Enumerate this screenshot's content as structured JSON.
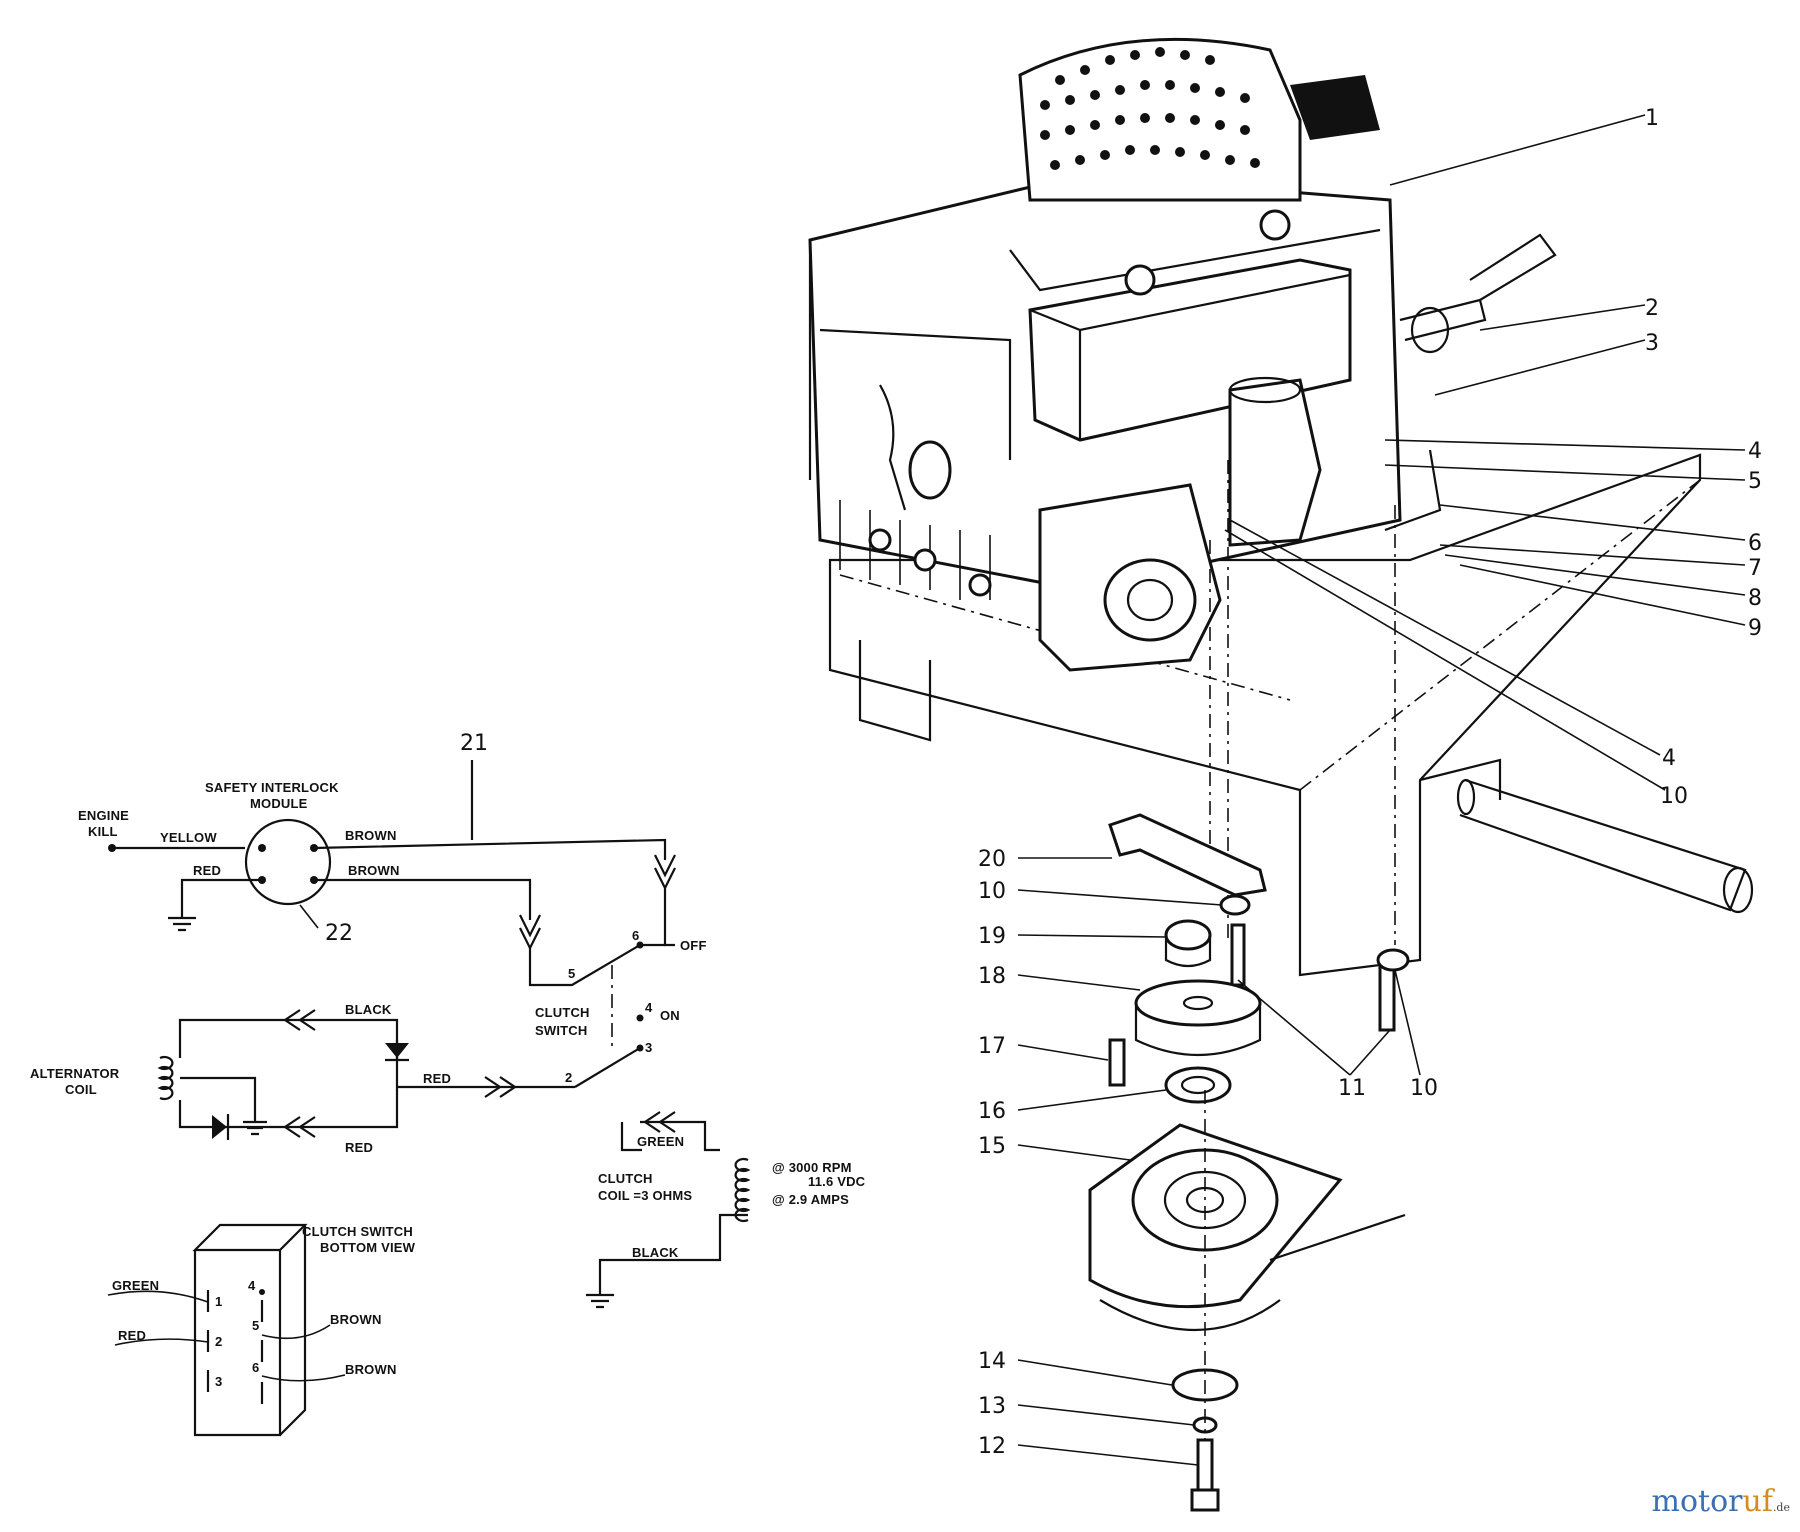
{
  "callouts": {
    "c1": "1",
    "c2": "2",
    "c3": "3",
    "c4a": "4",
    "c4b": "4",
    "c5": "5",
    "c6": "6",
    "c7": "7",
    "c8": "8",
    "c9": "9",
    "c10a": "10",
    "c10b": "10",
    "c10c": "10",
    "c11": "11",
    "c12": "12",
    "c13": "13",
    "c14": "14",
    "c15": "15",
    "c16": "16",
    "c17": "17",
    "c18": "18",
    "c19": "19",
    "c20": "20",
    "c21": "21",
    "c22": "22"
  },
  "wiring": {
    "engine_kill": [
      "ENGINE",
      "KILL"
    ],
    "module": [
      "SAFETY INTERLOCK",
      "MODULE"
    ],
    "yellow": "YELLOW",
    "red": "RED",
    "brown": "BROWN",
    "off": "OFF",
    "on": "ON",
    "clutch_switch": [
      "CLUTCH",
      "SWITCH"
    ],
    "black": "BLACK",
    "alternator_coil": [
      "ALTERNATOR",
      "COIL"
    ],
    "green": "GREEN",
    "clutch_coil": [
      "CLUTCH",
      "COIL =3 OHMS"
    ],
    "rpm_spec": [
      "@ 3000 RPM",
      "11.6 VDC",
      "@ 2.9 AMPS"
    ],
    "switch_bottom": [
      "CLUTCH SWITCH",
      "BOTTOM VIEW"
    ],
    "pins": [
      "1",
      "2",
      "3",
      "4",
      "5",
      "6"
    ]
  },
  "watermark": {
    "part1": "motor",
    "part2": "uf",
    "part3": ".de"
  }
}
